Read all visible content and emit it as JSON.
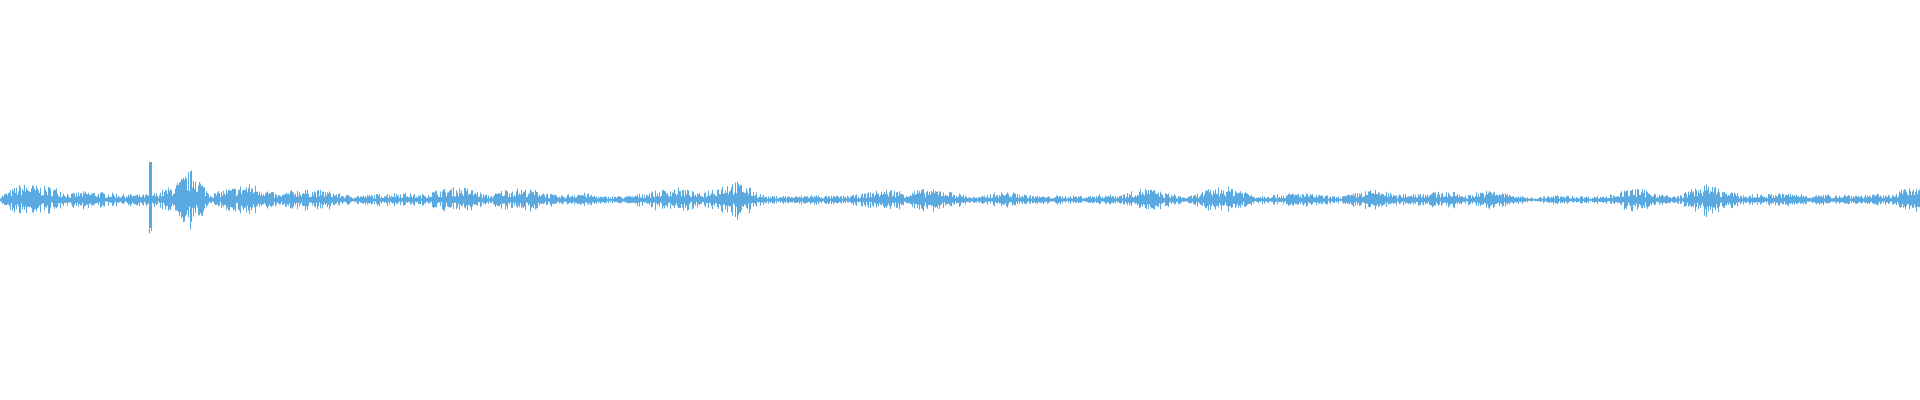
{
  "waveform": {
    "color": "#5aa9e0",
    "background": "#ffffff",
    "channel_count": 1,
    "amplitude_profile": [
      0.3,
      0.42,
      0.34,
      0.45,
      0.38,
      0.33,
      0.4,
      0.36,
      0.31,
      0.44,
      1.0,
      0.35,
      0.3,
      0.38,
      0.33,
      0.36,
      0.3,
      0.35,
      0.32,
      0.3,
      0.28,
      0.3,
      0.33,
      0.29,
      0.31,
      0.28,
      0.32,
      0.27,
      0.3,
      0.26,
      0.34,
      0.22,
      0.24,
      0.3,
      0.28,
      0.36,
      0.4,
      0.38,
      0.42,
      0.3,
      0.18,
      0.12,
      0.2,
      0.26,
      0.3,
      0.34,
      0.4,
      0.45,
      0.28,
      0.2,
      0.16,
      0.22,
      0.2,
      0.16,
      0.24,
      0.2,
      0.26,
      0.3,
      0.34,
      0.36,
      0.2,
      0.18,
      0.26,
      0.3,
      0.34,
      0.24,
      0.18,
      0.28,
      0.32,
      0.22,
      0.3,
      0.36,
      0.32,
      0.2,
      0.18,
      0.26,
      0.3,
      0.24,
      0.16,
      0.14,
      0.22,
      0.26,
      0.18,
      0.3,
      0.34,
      0.24,
      0.18,
      0.3,
      0.36,
      0.24,
      0.3,
      0.2,
      0.26,
      0.36,
      0.3,
      0.22,
      0.16,
      0.28,
      0.32,
      0.26
    ]
  }
}
